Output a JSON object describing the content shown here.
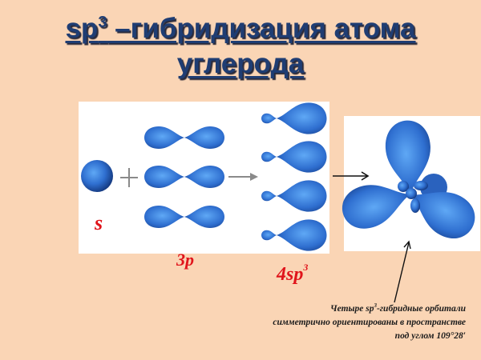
{
  "title": {
    "line1_prefix": "sp",
    "line1_superscript": "3",
    "line1_rest": " –гибридизация атома",
    "line2": "углерода",
    "color": "#1F3D73"
  },
  "colors": {
    "background": "#FAD5B5",
    "orbital_blue": "#2F6FD0",
    "orbital_dark": "#12357A",
    "label_red": "#E0141B",
    "panel": "#FFFFFF"
  },
  "diagram": {
    "s_orbital": {
      "label": "s",
      "count": 1
    },
    "operator_plus": "+",
    "p_orbitals": {
      "label": "3p",
      "count": 3
    },
    "operator_arrow": "→",
    "hybrid_orbitals": {
      "label_prefix": "4sp",
      "label_superscript": "3",
      "count": 4
    },
    "tetrahedral_model": {
      "lobes": 4
    }
  },
  "caption": {
    "line1_prefix": "Четыре sp",
    "line1_superscript": "3",
    "line1_rest": "-гибридные орбитали",
    "line2": "симметрично ориентированы в пространстве",
    "line3": "под углом 109°28′"
  }
}
